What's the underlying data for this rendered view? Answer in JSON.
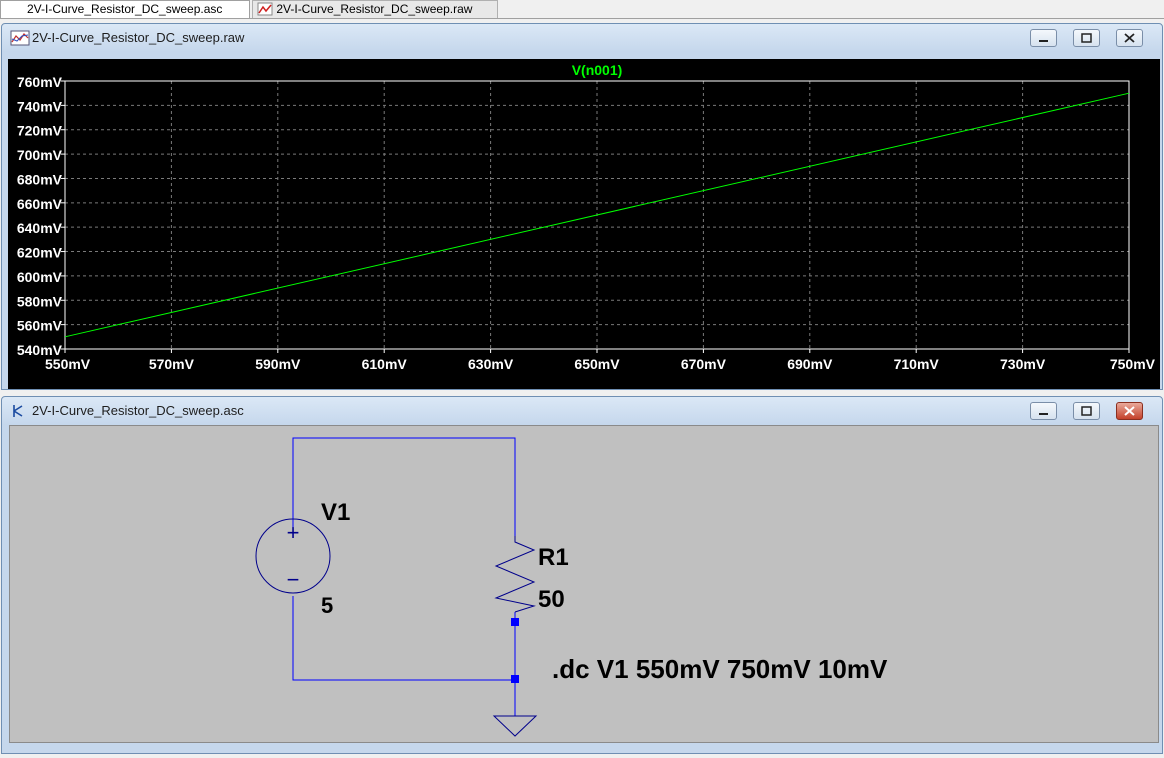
{
  "tabs": [
    {
      "label": "2V-I-Curve_Resistor_DC_sweep.asc",
      "active": true
    },
    {
      "label": "2V-I-Curve_Resistor_DC_sweep.raw",
      "active": false
    }
  ],
  "plot_window": {
    "title": "2V-I-Curve_Resistor_DC_sweep.raw",
    "trace_label": "V(n001)",
    "trace_color": "#00ff00",
    "background": "#000000"
  },
  "chart_data": {
    "type": "line",
    "title": "V(n001)",
    "xlabel": "",
    "ylabel": "",
    "x_ticks": [
      "550mV",
      "570mV",
      "590mV",
      "610mV",
      "630mV",
      "650mV",
      "670mV",
      "690mV",
      "710mV",
      "730mV",
      "750mV"
    ],
    "y_ticks": [
      "760mV",
      "740mV",
      "720mV",
      "700mV",
      "680mV",
      "660mV",
      "640mV",
      "620mV",
      "600mV",
      "580mV",
      "560mV",
      "540mV"
    ],
    "xlim": [
      550,
      750
    ],
    "ylim": [
      540,
      760
    ],
    "grid": true,
    "series": [
      {
        "name": "V(n001)",
        "color": "#00ff00",
        "x": [
          550,
          750
        ],
        "y": [
          550,
          750
        ]
      }
    ]
  },
  "schematic_window": {
    "title": "2V-I-Curve_Resistor_DC_sweep.asc",
    "source_name": "V1",
    "source_value": "5",
    "resistor_name": "R1",
    "resistor_value": "50",
    "directive": ".dc V1 550mV 750mV 10mV",
    "wire_color": "#0000ff",
    "plus_sign": "+",
    "minus_sign": "−"
  }
}
